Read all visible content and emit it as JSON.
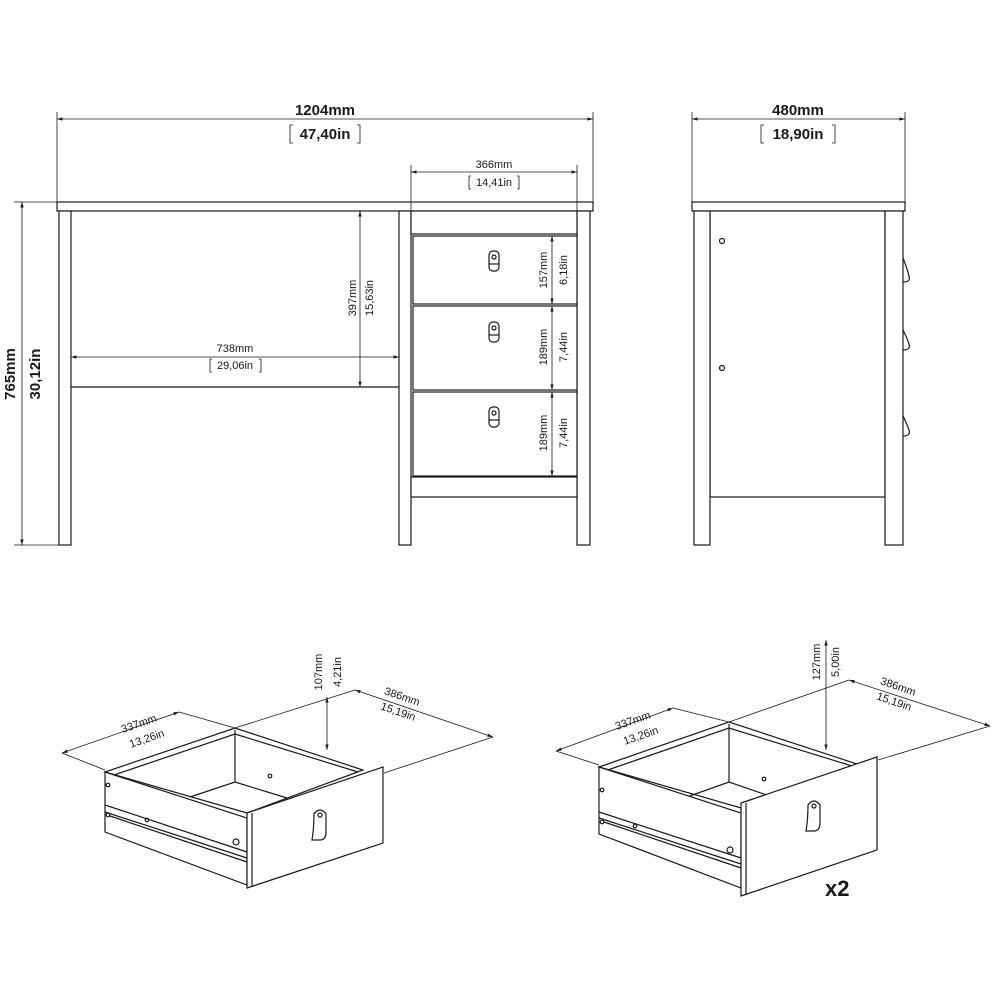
{
  "front_view": {
    "width_mm": "1204mm",
    "width_in": "47,40in",
    "drawer_unit_width_mm": "366mm",
    "drawer_unit_width_in": "14,41in",
    "height_mm": "765mm",
    "height_in": "30,12in",
    "knee_width_mm": "738mm",
    "knee_width_in": "29,06in",
    "knee_height_mm": "397mm",
    "knee_height_in": "15,63in",
    "drawers": [
      {
        "height_mm": "157mm",
        "height_in": "6,18in"
      },
      {
        "height_mm": "189mm",
        "height_in": "7,44in"
      },
      {
        "height_mm": "189mm",
        "height_in": "7,44in"
      }
    ]
  },
  "side_view": {
    "depth_mm": "480mm",
    "depth_in": "18,90in"
  },
  "drawer_small": {
    "width_mm": "337mm",
    "width_in": "13,26in",
    "depth_mm": "386mm",
    "depth_in": "15,19in",
    "height_mm": "107mm",
    "height_in": "4,21in"
  },
  "drawer_large": {
    "width_mm": "337mm",
    "width_in": "13,26in",
    "depth_mm": "386mm",
    "depth_in": "15,19in",
    "height_mm": "127mm",
    "height_in": "5,00in",
    "quantity": "x2"
  }
}
